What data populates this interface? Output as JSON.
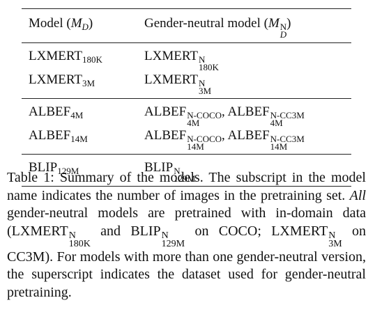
{
  "table": {
    "headers": {
      "model": "Model (",
      "model_var": "M",
      "model_var_sub": "D",
      "model_close": ")",
      "neutral": "Gender-neutral model (",
      "neutral_var": "M",
      "neutral_var_sup": "N",
      "neutral_var_sub": "D",
      "neutral_close": ")"
    },
    "rows": [
      {
        "model": "LXMERT",
        "model_sub": "180K",
        "neutral": "LXMERT",
        "neutral_sup": "N",
        "neutral_sub": "180K"
      },
      {
        "model": "LXMERT",
        "model_sub": "3M",
        "neutral": "LXMERT",
        "neutral_sup": "N",
        "neutral_sub": "3M"
      },
      {
        "model": "ALBEF",
        "model_sub": "4M",
        "neutral_a": "ALBEF",
        "neutral_a_sup": "N-COCO",
        "neutral_a_sub": "4M",
        "sep": ", ",
        "neutral_b": "ALBEF",
        "neutral_b_sup": "N-CC3M",
        "neutral_b_sub": "4M"
      },
      {
        "model": "ALBEF",
        "model_sub": "14M",
        "neutral_a": "ALBEF",
        "neutral_a_sup": "N-COCO",
        "neutral_a_sub": "14M",
        "sep": ", ",
        "neutral_b": "ALBEF",
        "neutral_b_sup": "N-CC3M",
        "neutral_b_sub": "14M"
      },
      {
        "model": "BLIP",
        "model_sub": "129M",
        "neutral": "BLIP",
        "neutral_sup": "N",
        "neutral_sub": "129M"
      }
    ]
  },
  "caption": {
    "t1": "Table 1:  Summary of the models.  The subscript in the model name indicates the number of images in the pretraining set. ",
    "t_all": "All",
    "t2": " gender-neutral models are pretrained with in-domain data (",
    "lx": "LXMERT",
    "lx_sup": "N",
    "lx_sub": "180K",
    "and": " and ",
    "blip": "BLIP",
    "blip_sup": "N",
    "blip_sub": "129M",
    "t3": " on COCO; ",
    "lx3": "LXMERT",
    "lx3_sup": "N",
    "lx3_sub": "3M",
    "t4": " on CC3M). For models with more than one gender-neutral version, the superscript indicates the dataset used for gender-neutral pretraining."
  }
}
